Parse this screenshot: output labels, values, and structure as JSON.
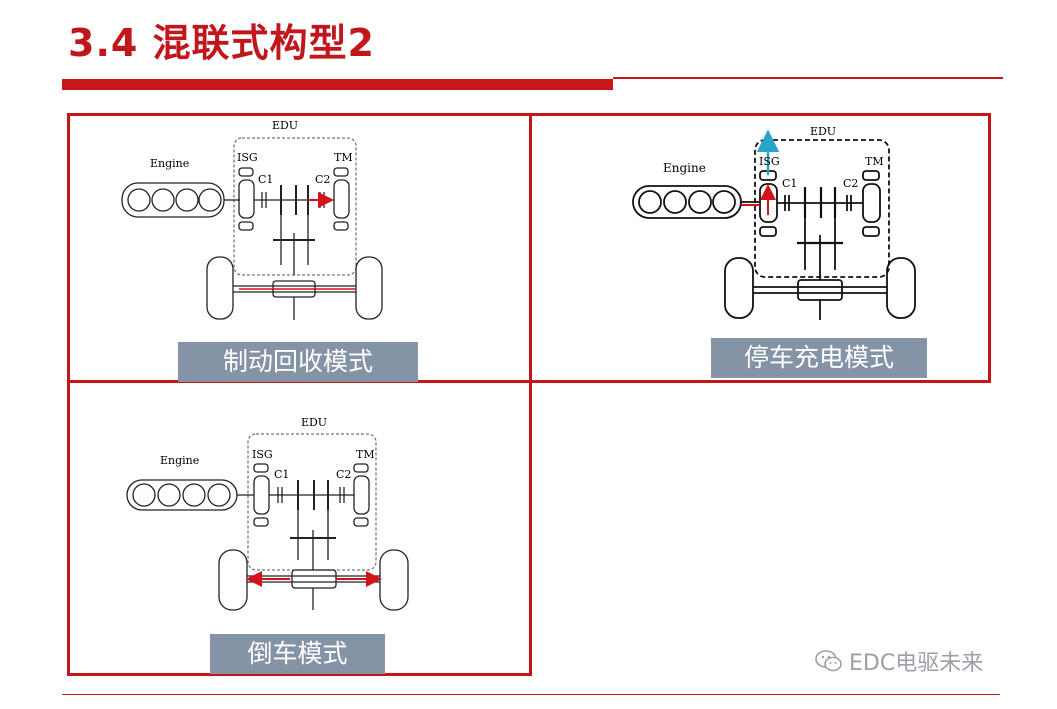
{
  "slide": {
    "title": "3.4 混联式构型2",
    "accent_color": "#c8171d",
    "label_color": "#8593a6"
  },
  "panels": [
    {
      "id": "regen",
      "mode_label": "制动回收模式",
      "edu": "EDU",
      "engine": "Engine",
      "isg": "ISG",
      "tm": "TM",
      "c1": "C1",
      "c2": "C2"
    },
    {
      "id": "charge",
      "mode_label": "停车充电模式",
      "edu": "EDU",
      "engine": "Engine",
      "isg": "ISG",
      "tm": "TM",
      "c1": "C1",
      "c2": "C2"
    },
    {
      "id": "reverse",
      "mode_label": "倒车模式",
      "edu": "EDU",
      "engine": "Engine",
      "isg": "ISG",
      "tm": "TM",
      "c1": "C1",
      "c2": "C2"
    }
  ],
  "watermark": {
    "icon": "wechat-icon",
    "text": "EDC电驱未来"
  }
}
